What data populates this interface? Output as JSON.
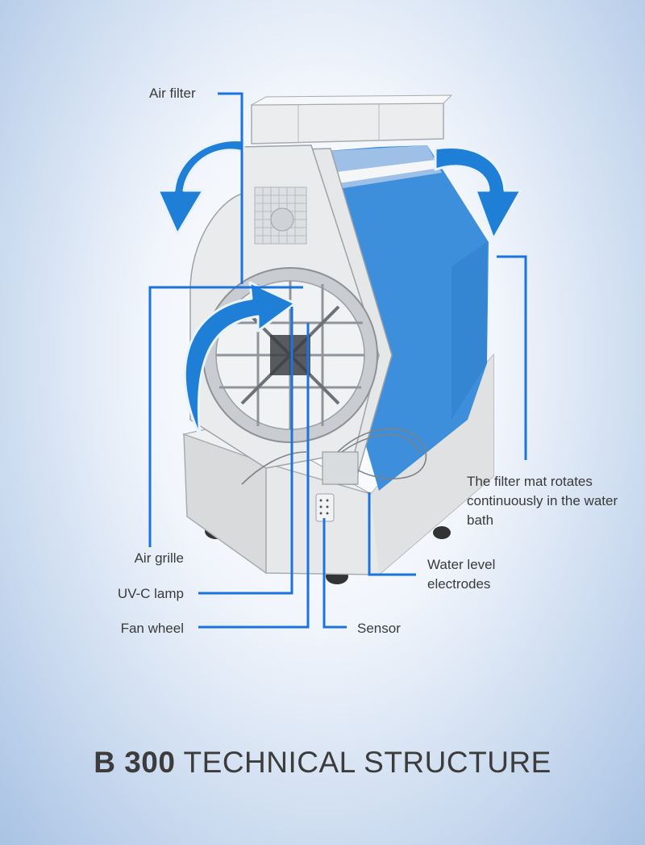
{
  "diagram": {
    "labels": {
      "air_filter": "Air filter",
      "filter_mat": "The filter mat rotates continuously in the water bath",
      "air_grille": "Air grille",
      "water_level": "Water level electrodes",
      "uvc_lamp": "UV-C lamp",
      "fan_wheel": "Fan wheel",
      "sensor": "Sensor"
    },
    "title_bold": "B 300",
    "title_rest": "TECHNICAL STRUCTURE"
  },
  "colors": {
    "callout_line": "#1a73e0",
    "airflow_arrow": "#1f7fd6",
    "filter_mat": "#3d8fdc",
    "device_body": "#e9ebed",
    "text": "#3a3a3a"
  }
}
